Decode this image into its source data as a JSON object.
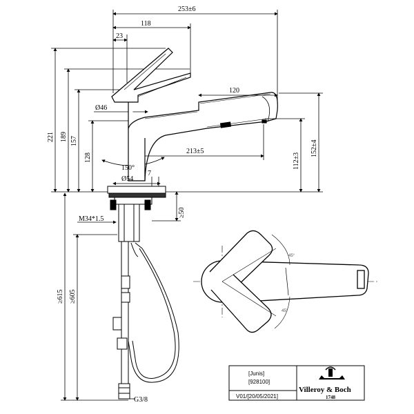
{
  "dimensions": {
    "overall_width": "253±6",
    "lever_offset": "118",
    "lever_small": "23",
    "spout_length": "120",
    "body_diameter": "Ø46",
    "total_height": "221",
    "height_189": "189",
    "height_157": "157",
    "height_128": "128",
    "rotation": "150°",
    "reach": "213±5",
    "outlet_height": "112±3",
    "spout_height": "152±4",
    "base_diameter": "Ø54",
    "base_offset": "7",
    "thread": "M34*1.5",
    "max_deck": "≥50",
    "hose_615": "≥615",
    "hose_605": "≥605",
    "connection": "G3/8",
    "angle_top": "45°",
    "angle_bottom": "45°"
  },
  "title_block": {
    "product": "[Junis]",
    "article": "[928100]",
    "version": "V01/[20/05/2021]",
    "brand": "Villeroy & Boch",
    "year": "1748"
  }
}
